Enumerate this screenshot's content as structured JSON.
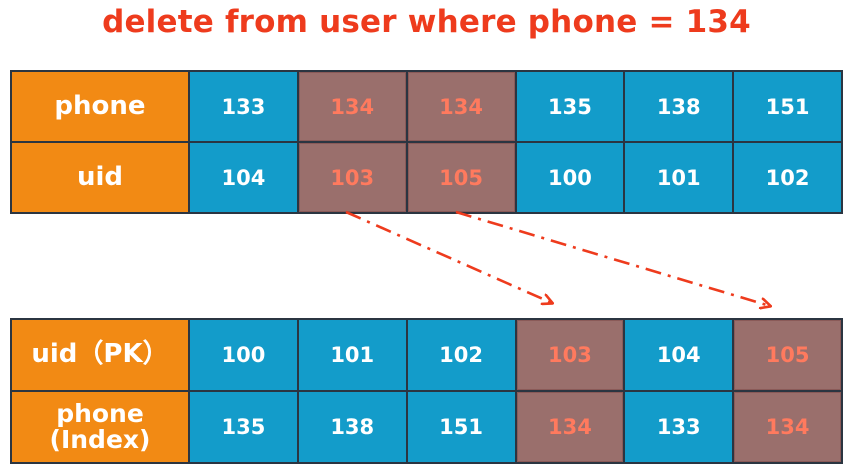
{
  "title": "delete from user where phone = 134",
  "top_table": {
    "row1": {
      "header": "phone",
      "cells": [
        "133",
        "134",
        "134",
        "135",
        "138",
        "151"
      ]
    },
    "row2": {
      "header": "uid",
      "cells": [
        "104",
        "103",
        "105",
        "100",
        "101",
        "102"
      ]
    },
    "highlighted_columns": [
      1,
      2
    ]
  },
  "bottom_table": {
    "row1": {
      "header": "uid（PK）",
      "cells": [
        "100",
        "101",
        "102",
        "103",
        "104",
        "105"
      ]
    },
    "row2": {
      "header_line1": "phone",
      "header_line2": "(Index)",
      "cells": [
        "135",
        "138",
        "151",
        "134",
        "133",
        "134"
      ]
    },
    "highlighted_columns": [
      3,
      5
    ]
  },
  "colors": {
    "title": "#ee3b1d",
    "header": "#f28a14",
    "cell": "#139cca",
    "highlight": "#9a6f6c",
    "highlight_text": "#ff7a5e",
    "arrow": "#ee3b1d"
  }
}
